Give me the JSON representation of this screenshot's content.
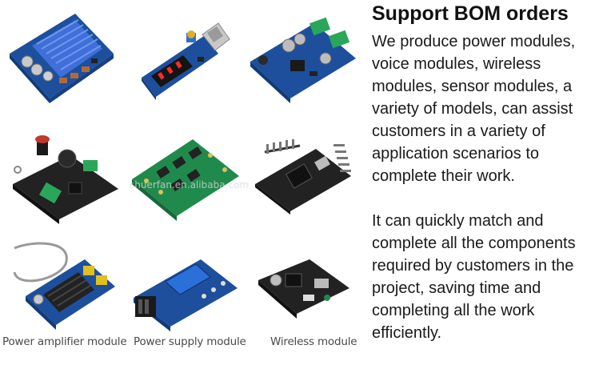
{
  "heading": "Support BOM orders",
  "paragraphs": [
    "We produce power modules, voice modules, wireless modules, sensor modules, a variety of models, can assist customers in a variety of application scenarios to complete their work.",
    "It can quickly match and complete all the components required by customers in the project, saving time and completing all the work efficiently."
  ],
  "watermark": "shuerfan.en.alibaba.com",
  "captions": [
    "Power amplifier module",
    "Power supply module",
    "Wireless module"
  ],
  "colors": {
    "pcb_blue": "#1d4f9c",
    "pcb_green": "#1f8a4c",
    "pcb_black": "#222222",
    "heatsink_blue": "#3f6fd8",
    "terminal_green": "#2aa65a"
  }
}
